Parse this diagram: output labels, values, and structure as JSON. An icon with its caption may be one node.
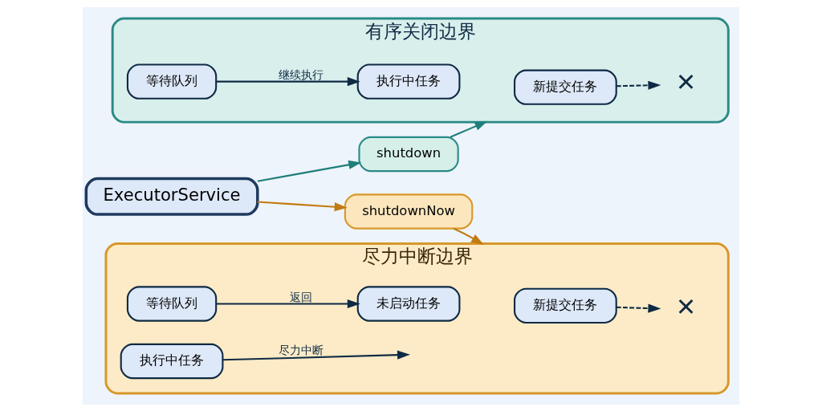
{
  "diagram": {
    "nodes": [
      {
        "text": [
          "ExecutorService"
        ]
      },
      {
        "text": [
          "shutdown"
        ]
      },
      {
        "text": [
          "shutdownNow"
        ]
      },
      {
        "text": [
          "有序关闭边界"
        ]
      },
      {
        "text": [
          "新提交任务"
        ],
        "in": 3
      },
      {
        "text": [
          "✕"
        ],
        "in": 3
      },
      {
        "text": [
          "等待队列"
        ],
        "in": 3
      },
      {
        "text": [
          "执行中任务"
        ],
        "in": 3
      },
      {
        "text": [
          "尽力中断边界"
        ]
      },
      {
        "text": [
          "新提交任务"
        ],
        "in": 8
      },
      {
        "text": [
          "✕"
        ],
        "in": 8
      },
      {
        "text": [
          "等待队列"
        ],
        "in": 8
      },
      {
        "text": [
          "未启动任务"
        ],
        "in": 8
      },
      {
        "text": [
          "执行中任务"
        ],
        "in": 8
      }
    ],
    "edges": [
      {
        "from": 0,
        "to": 1,
        "arrow": "to",
        "color": "#1f7f7a"
      },
      {
        "from": 0,
        "to": 2,
        "arrow": "to",
        "color": "#c27b12"
      },
      {
        "from": 1,
        "to": 3,
        "arrow": "to",
        "color": "#1f7f7a"
      },
      {
        "from": 2,
        "to": 8,
        "arrow": "to",
        "color": "#c27b12"
      },
      {
        "from": 4,
        "to": 5,
        "arrow": "to",
        "style": "dashed"
      },
      {
        "from": 6,
        "to": 7,
        "arrow": "to",
        "label": "继续执行"
      },
      {
        "from": 9,
        "to": 10,
        "arrow": "to",
        "style": "dashed"
      },
      {
        "from": 11,
        "to": 12,
        "arrow": "to",
        "label": "返回"
      },
      {
        "from": 13,
        "to": null,
        "arrow": "to",
        "label": "尽力中断"
      }
    ]
  }
}
